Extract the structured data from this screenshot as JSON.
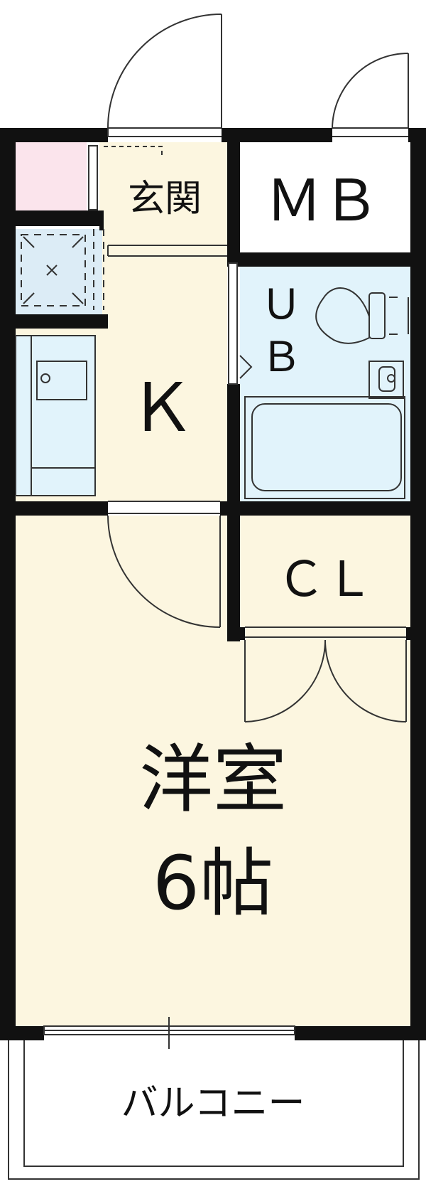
{
  "rooms": {
    "entrance": {
      "label": "玄関"
    },
    "meter_box": {
      "label": "ＭＢ"
    },
    "bath_line1": {
      "label": "Ｕ"
    },
    "bath_line2": {
      "label": "Ｂ"
    },
    "kitchen": {
      "label": "Ｋ"
    },
    "closet": {
      "label": "ＣＬ"
    },
    "western_room": {
      "label": "洋室"
    },
    "western_room_size": {
      "label": "6帖"
    },
    "balcony": {
      "label": "バルコニー"
    }
  },
  "colors": {
    "wall": "#111111",
    "floor": "#fcf6e0",
    "bath": "#e1f3fb",
    "pink": "#fbe4ec",
    "laundry": "#dcecf6",
    "line": "#333333"
  }
}
